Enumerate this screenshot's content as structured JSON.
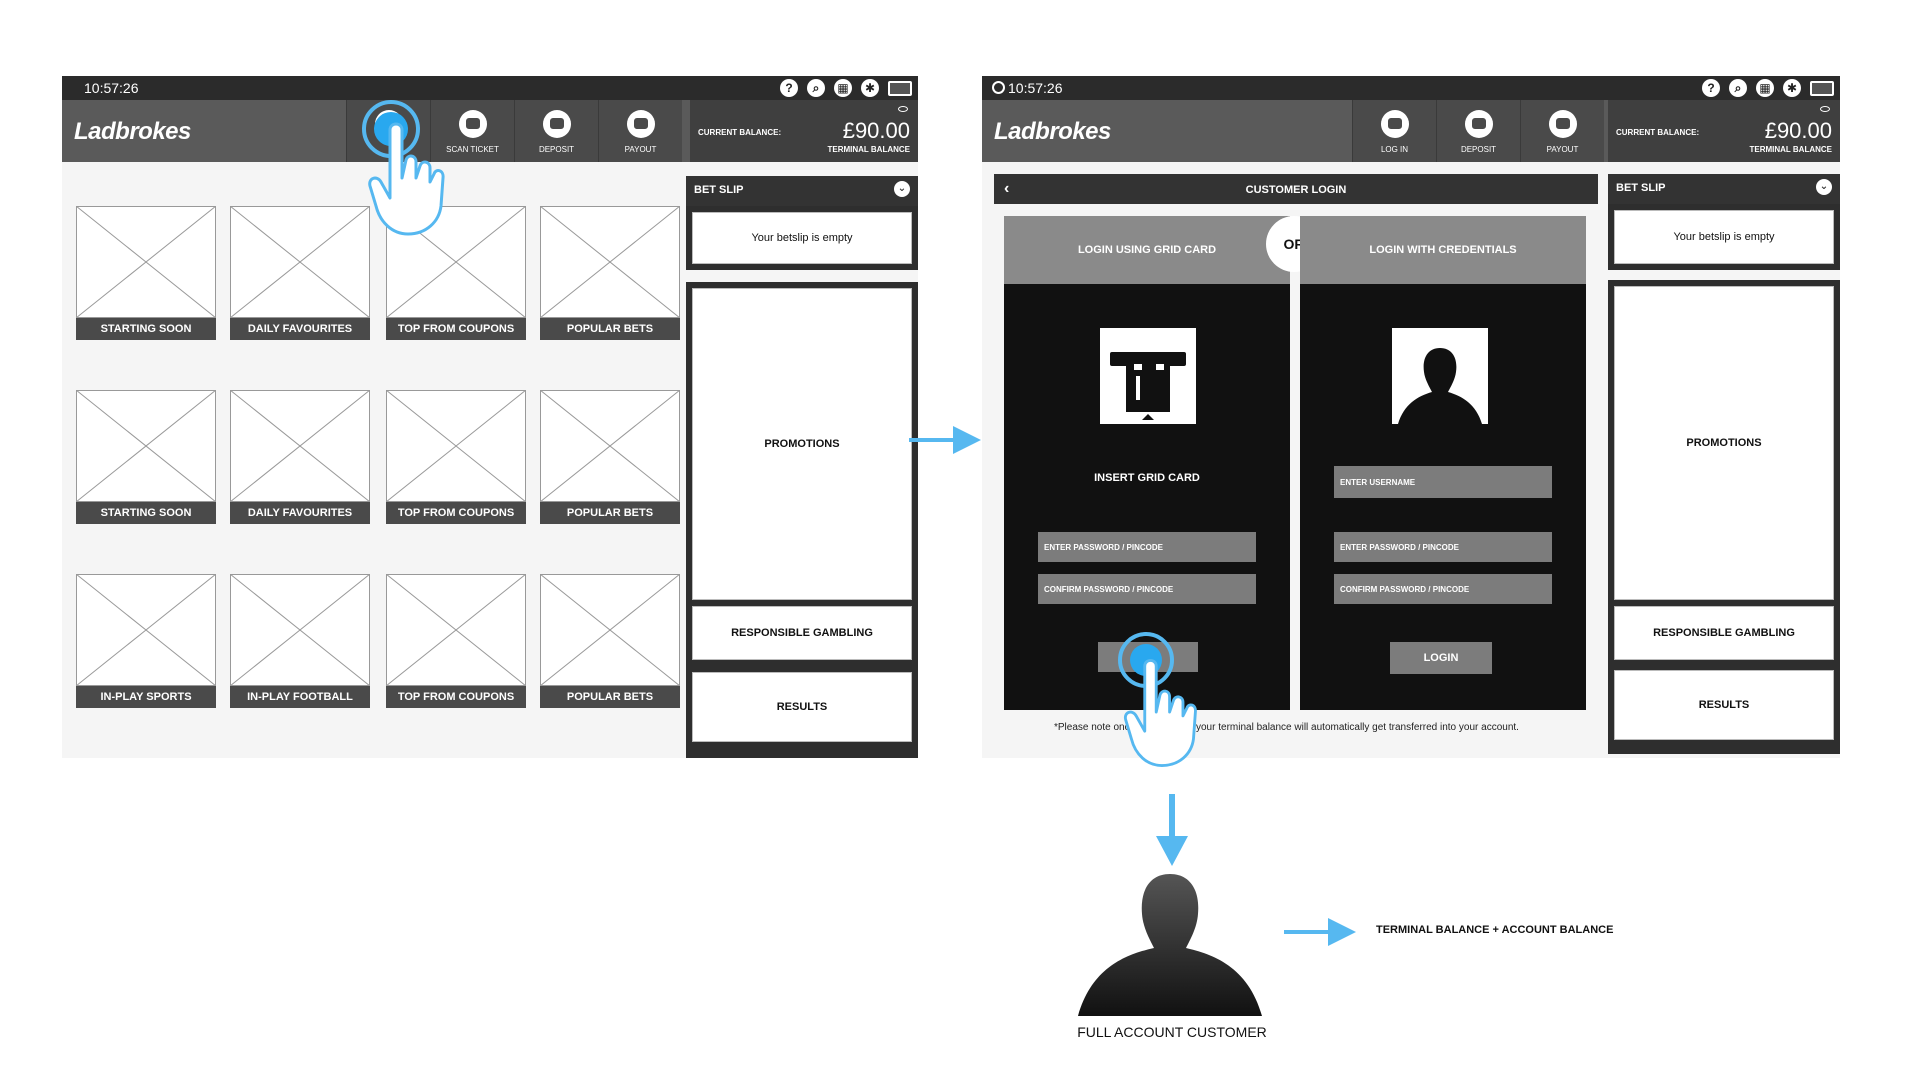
{
  "left_screen": {
    "time": "10:57:26",
    "logo": "Ladbrokes",
    "nav": [
      {
        "label": ""
      },
      {
        "label": "SCAN TICKET"
      },
      {
        "label": "DEPOSIT"
      },
      {
        "label": "PAYOUT"
      }
    ],
    "balance": {
      "current_label": "CURRENT BALANCE:",
      "amount": "£90.00",
      "terminal_label": "TERMINAL BALANCE"
    },
    "tiles": [
      "STARTING SOON",
      "DAILY FAVOURITES",
      "TOP FROM COUPONS",
      "POPULAR BETS",
      "STARTING SOON",
      "DAILY FAVOURITES",
      "TOP FROM COUPONS",
      "POPULAR BETS",
      "IN-PLAY SPORTS",
      "IN-PLAY FOOTBALL",
      "TOP FROM COUPONS",
      "POPULAR BETS"
    ],
    "betslip": {
      "title": "BET SLIP",
      "empty": "Your betslip is empty"
    },
    "promotions": "PROMOTIONS",
    "responsible": "RESPONSIBLE GAMBLING",
    "results": "RESULTS"
  },
  "right_screen": {
    "time": "10:57:26",
    "logo": "Ladbrokes",
    "nav": [
      {
        "label": "LOG IN"
      },
      {
        "label": "DEPOSIT"
      },
      {
        "label": "PAYOUT"
      }
    ],
    "balance": {
      "current_label": "CURRENT BALANCE:",
      "amount": "£90.00",
      "terminal_label": "TERMINAL BALANCE"
    },
    "login_title": "CUSTOMER LOGIN",
    "grid_card": {
      "title": "LOGIN USING GRID CARD",
      "insert": "INSERT GRID CARD",
      "password_placeholder": "ENTER PASSWORD / PINCODE",
      "confirm_placeholder": "CONFIRM PASSWORD / PINCODE"
    },
    "or": "OR",
    "credentials": {
      "title": "LOGIN WITH CREDENTIALS",
      "username_placeholder": "ENTER USERNAME",
      "password_placeholder": "ENTER PASSWORD / PINCODE",
      "confirm_placeholder": "CONFIRM PASSWORD / PINCODE",
      "login_label": "LOGIN"
    },
    "note_left": "*Please note onc",
    "note_right": "your terminal balance will automatically get transferred into your account.",
    "betslip": {
      "title": "BET SLIP",
      "empty": "Your betslip is empty"
    },
    "promotions": "PROMOTIONS",
    "responsible": "RESPONSIBLE GAMBLING",
    "results": "RESULTS"
  },
  "flow": {
    "customer_label": "FULL ACCOUNT CUSTOMER",
    "outcome": "TERMINAL BALANCE + ACCOUNT BALANCE"
  },
  "colors": {
    "accent": "#29a8ef",
    "dark": "#2e2e2e",
    "header": "#5a5a5a"
  }
}
